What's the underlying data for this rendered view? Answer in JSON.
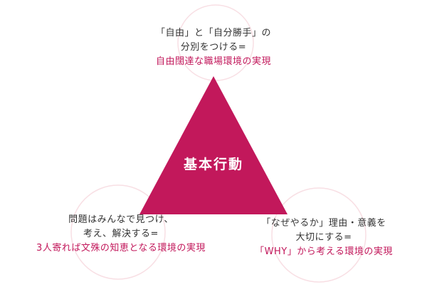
{
  "colors": {
    "triangle": "#c2185b",
    "accent_text": "#c2185b",
    "body_text": "#333333",
    "circle_outline": "#f8dfe4",
    "background": "#ffffff"
  },
  "center": {
    "label": "基本行動"
  },
  "top": {
    "line1": "「自由」と「自分勝手」の",
    "line2": "分別をつける=",
    "line3": "自由闊達な職場環境の実現"
  },
  "left": {
    "line1": "問題はみんなで見つけ、",
    "line2": "考え、解決する=",
    "line3": "3人寄れば文殊の知恵となる環境の実現"
  },
  "right": {
    "line1": "「なぜやるか」理由・意義を",
    "line2": "大切にする=",
    "line3": "「WHY」から考える環境の実現"
  }
}
